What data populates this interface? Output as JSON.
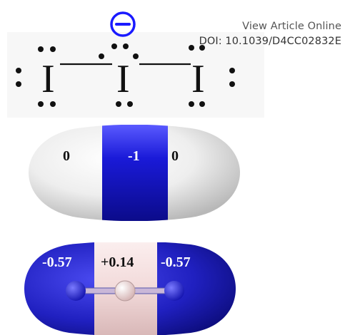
{
  "article": {
    "view_label": "View Article Online",
    "doi_label": "DOI: 10.1039/D4CC02832E"
  },
  "lewis_structure": {
    "atoms": [
      "I",
      "I",
      "I"
    ],
    "negative_charge_symbol": "−",
    "colors": {
      "charge_circle": "#1a1aff",
      "text": "#111111"
    }
  },
  "formal_charges": {
    "labels": [
      "0",
      "-1",
      "0"
    ],
    "colors": {
      "outer": "#eeeeee",
      "center": "#1515c8"
    }
  },
  "partial_charges": {
    "labels": [
      "-0.57",
      "+0.14",
      "-0.57"
    ],
    "colors": {
      "outer": "#2020c0",
      "center": "#f2dada",
      "atom_ball_outer": "#2a2ad0",
      "atom_ball_center": "#f0d6d6"
    }
  }
}
